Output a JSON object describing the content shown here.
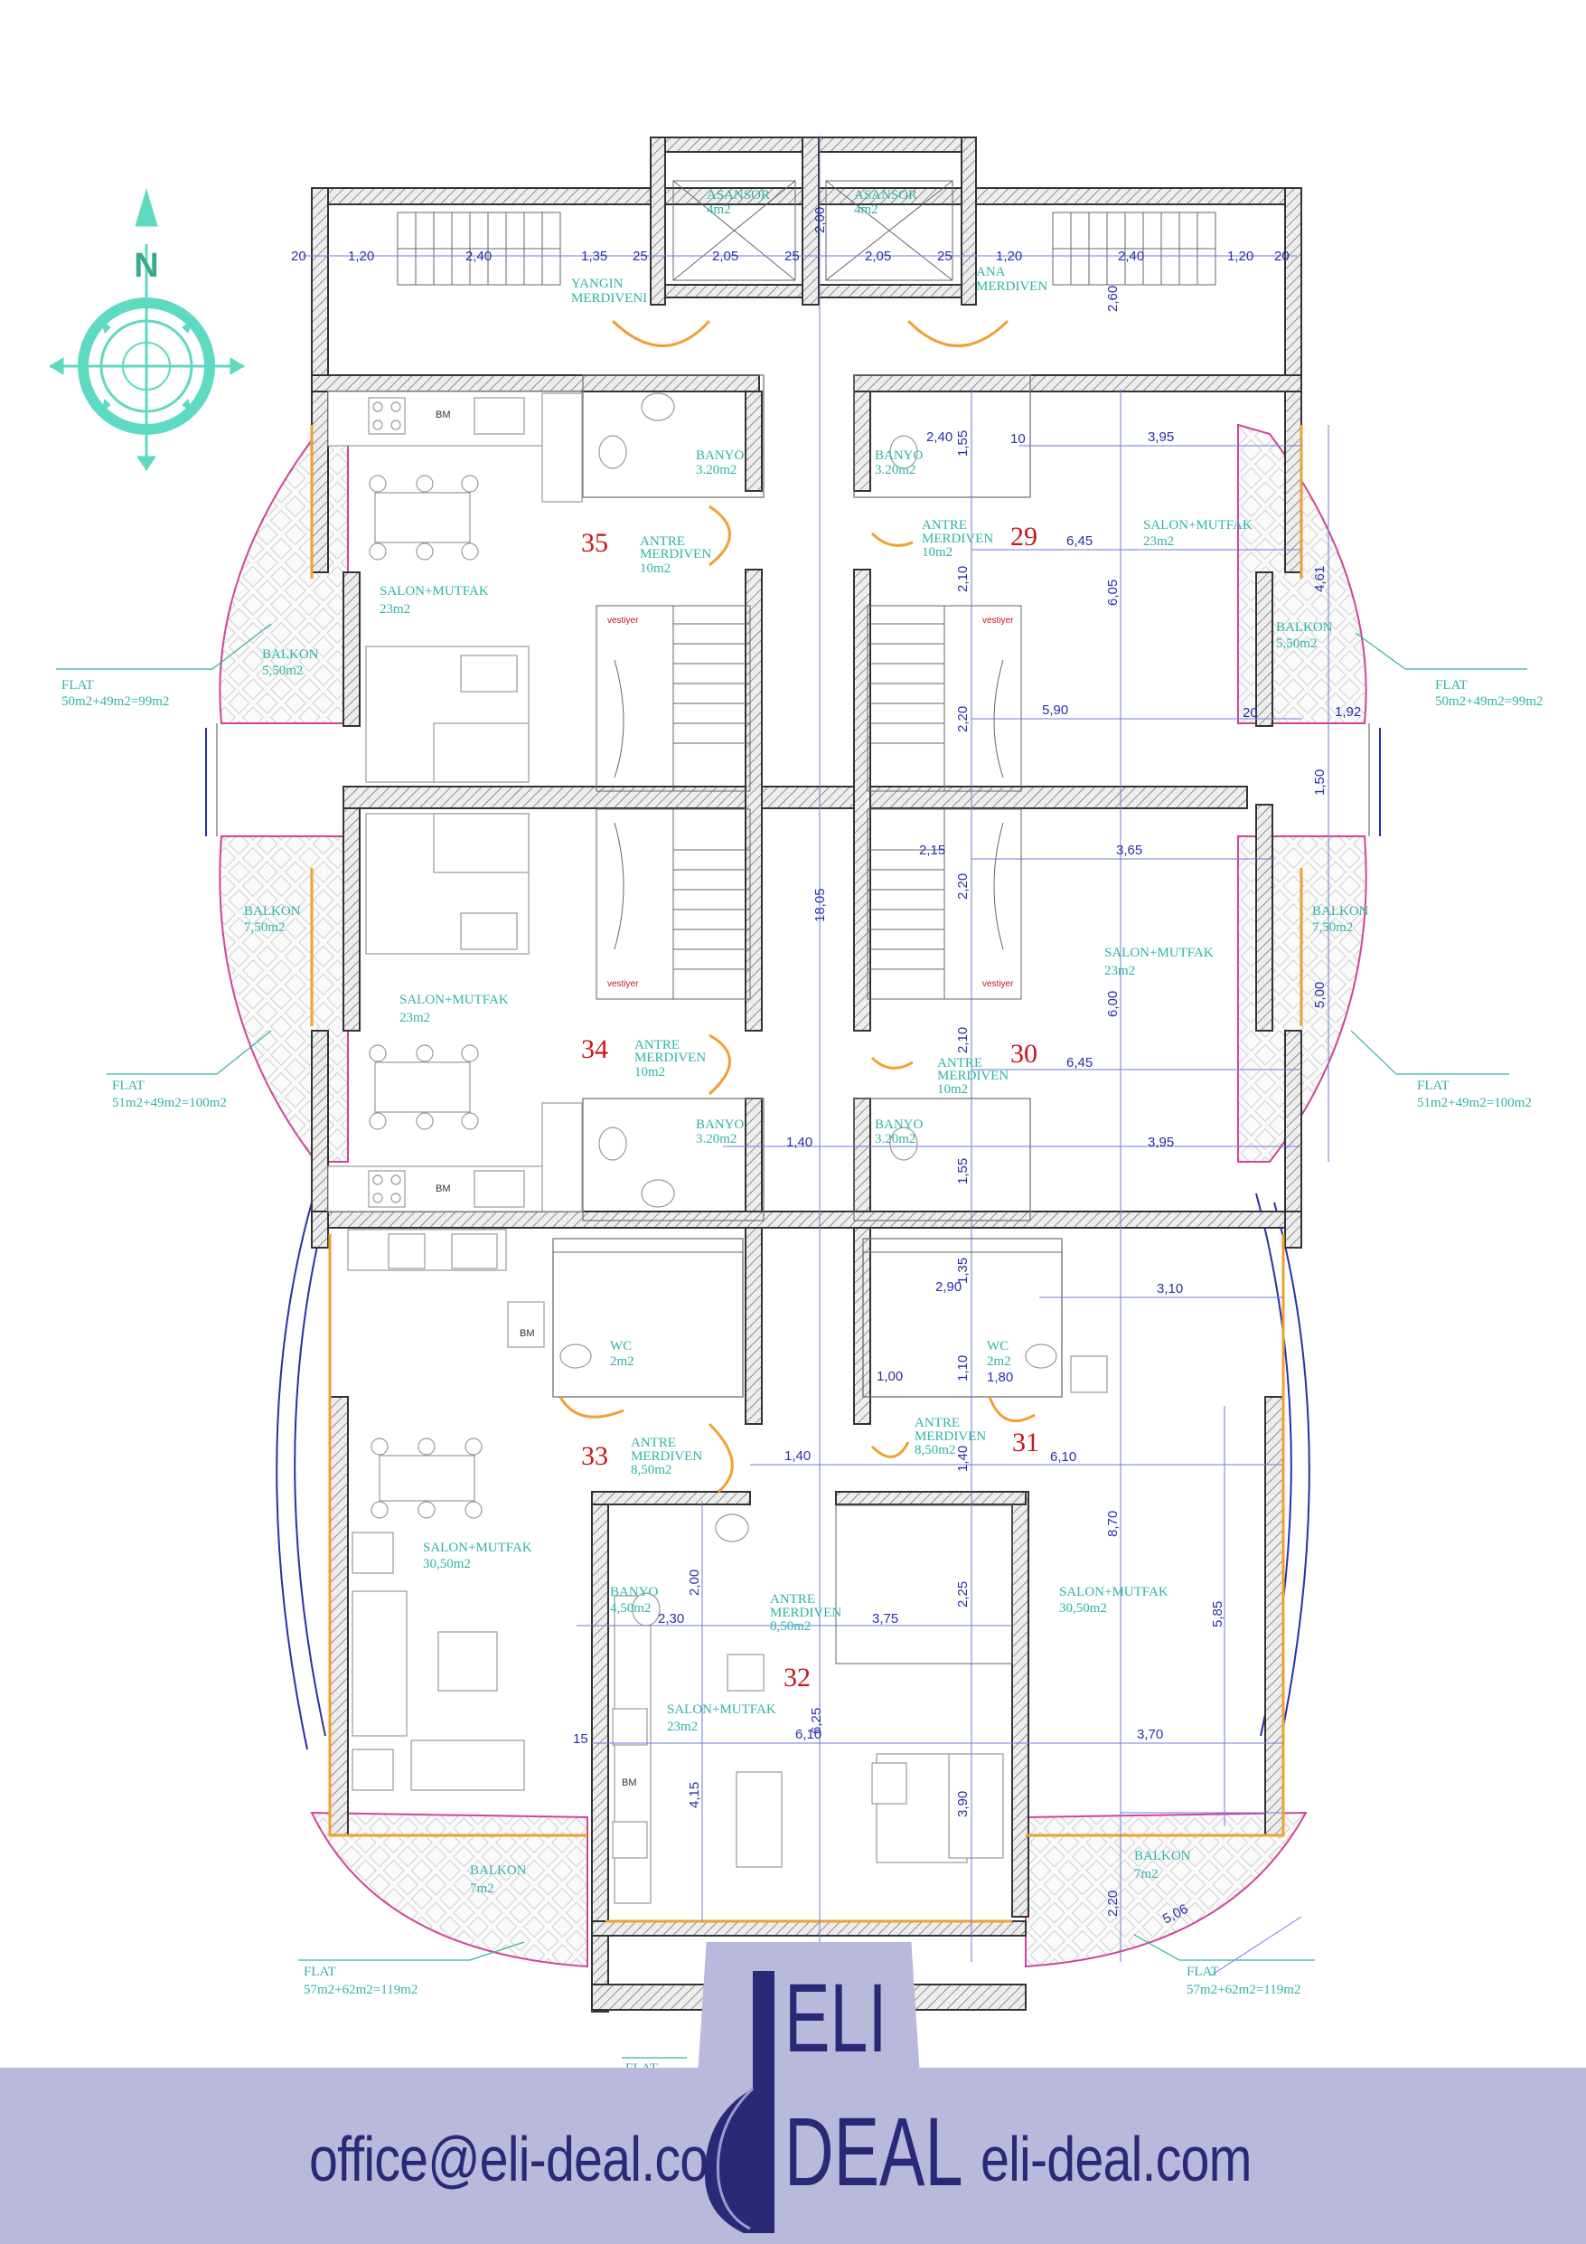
{
  "compass": {
    "north": "N"
  },
  "core": {
    "elevator_left": "ASANSOR",
    "elevator_left_area": "4m2",
    "elevator_right": "ASANSOR",
    "elevator_right_area": "4m2",
    "fire_stair_1": "YANGIN",
    "fire_stair_2": "MERDIVENI",
    "main_stair_1": "ANA",
    "main_stair_2": "MERDIVEN"
  },
  "units": {
    "u35": {
      "number": "35",
      "living": "SALON+MUTFAK",
      "living_area": "23m2",
      "bath": "BANYO",
      "bath_area": "3.20m2",
      "entry_1": "ANTRE",
      "entry_2": "MERDIVEN",
      "entry_area": "10m2",
      "balcony": "BALKON",
      "balcony_area": "5,50m2",
      "flat": "FLAT",
      "flat_area": "50m2+49m2=99m2"
    },
    "u29": {
      "number": "29",
      "living": "SALON+MUTFAK",
      "living_area": "23m2",
      "bath": "BANYO",
      "bath_area": "3.20m2",
      "entry_1": "ANTRE",
      "entry_2": "MERDIVEN",
      "entry_area": "10m2",
      "balcony": "BALKON",
      "balcony_area": "5,50m2",
      "flat": "FLAT",
      "flat_area": "50m2+49m2=99m2"
    },
    "u34": {
      "number": "34",
      "living": "SALON+MUTFAK",
      "living_area": "23m2",
      "bath": "BANYO",
      "bath_area": "3.20m2",
      "entry_1": "ANTRE",
      "entry_2": "MERDIVEN",
      "entry_area": "10m2",
      "balcony": "BALKON",
      "balcony_area": "7,50m2",
      "flat": "FLAT",
      "flat_area": "51m2+49m2=100m2"
    },
    "u30": {
      "number": "30",
      "living": "SALON+MUTFAK",
      "living_area": "23m2",
      "bath": "BANYO",
      "bath_area": "3.20m2",
      "entry_1": "ANTRE",
      "entry_2": "MERDIVEN",
      "entry_area": "10m2",
      "balcony": "BALKON",
      "balcony_area": "7,50m2",
      "flat": "FLAT",
      "flat_area": "51m2+49m2=100m2"
    },
    "u33": {
      "number": "33",
      "living": "SALON+MUTFAK",
      "living_area": "30,50m2",
      "wc": "WC",
      "wc_area": "2m2",
      "entry_1": "ANTRE",
      "entry_2": "MERDIVEN",
      "entry_area": "8,50m2",
      "balcony": "BALKON",
      "balcony_area": "7m2",
      "flat": "FLAT",
      "flat_area": "57m2+62m2=119m2"
    },
    "u31": {
      "number": "31",
      "living": "SALON+MUTFAK",
      "living_area": "30,50m2",
      "wc": "WC",
      "wc_area": "2m2",
      "entry_1": "ANTRE",
      "entry_2": "MERDIVEN",
      "entry_area": "8,50m2",
      "balcony": "BALKON",
      "balcony_area": "7m2",
      "flat": "FLAT",
      "flat_area": "57m2+62m2=119m2"
    },
    "u32": {
      "number": "32",
      "living": "SALON+MUTFAK",
      "living_area": "23m2",
      "bath": "BANYO",
      "bath_area": "4,50m2",
      "entry_1": "ANTRE",
      "entry_2": "MERDIVEN",
      "entry_area": "8,50m2",
      "flat": "FLAT"
    }
  },
  "fixtures": {
    "washer": "BM",
    "closet": "vestiyer"
  },
  "dimensions": {
    "top": [
      "20",
      "1,20",
      "2,40",
      "1,35",
      "25",
      "2,05",
      "25",
      "2,05",
      "25",
      "1,20",
      "2,40",
      "1,20",
      "20"
    ],
    "vertical": [
      "2,00",
      "2,60",
      "18,05",
      "6,05",
      "4,61",
      "1,92",
      "1,50",
      "5,00",
      "6,00",
      "8,70",
      "5,85",
      "6,25",
      "4,15",
      "3,90",
      "2,20",
      "2,00",
      "2,10",
      "2,10",
      "1,55",
      "1,55",
      "2,20",
      "2,20",
      "1,35",
      "1,10",
      "1,40",
      "2,25"
    ],
    "horizontal": [
      "2,40",
      "10",
      "3,95",
      "6,45",
      "5,90",
      "20",
      "2,15",
      "3,65",
      "6,45",
      "3,95",
      "1,40",
      "3,10",
      "2,90",
      "1,00",
      "1,80",
      "6,10",
      "1,40",
      "2,30",
      "3,75",
      "6,10",
      "3,70",
      "15",
      "5,06"
    ]
  },
  "footer": {
    "email": "office@eli-deal.com",
    "website": "eli-deal.com",
    "logo_line1": "ELI",
    "logo_line2": "DEAL",
    "flat_peek": "FLAT"
  },
  "colors": {
    "label": "#2fb3a6",
    "dimension": "#2a2fa8",
    "unit_number": "#c8151b",
    "footer_bg": "#b9b9dc",
    "logo": "#2b2878",
    "compass": "#5ed9c2"
  }
}
